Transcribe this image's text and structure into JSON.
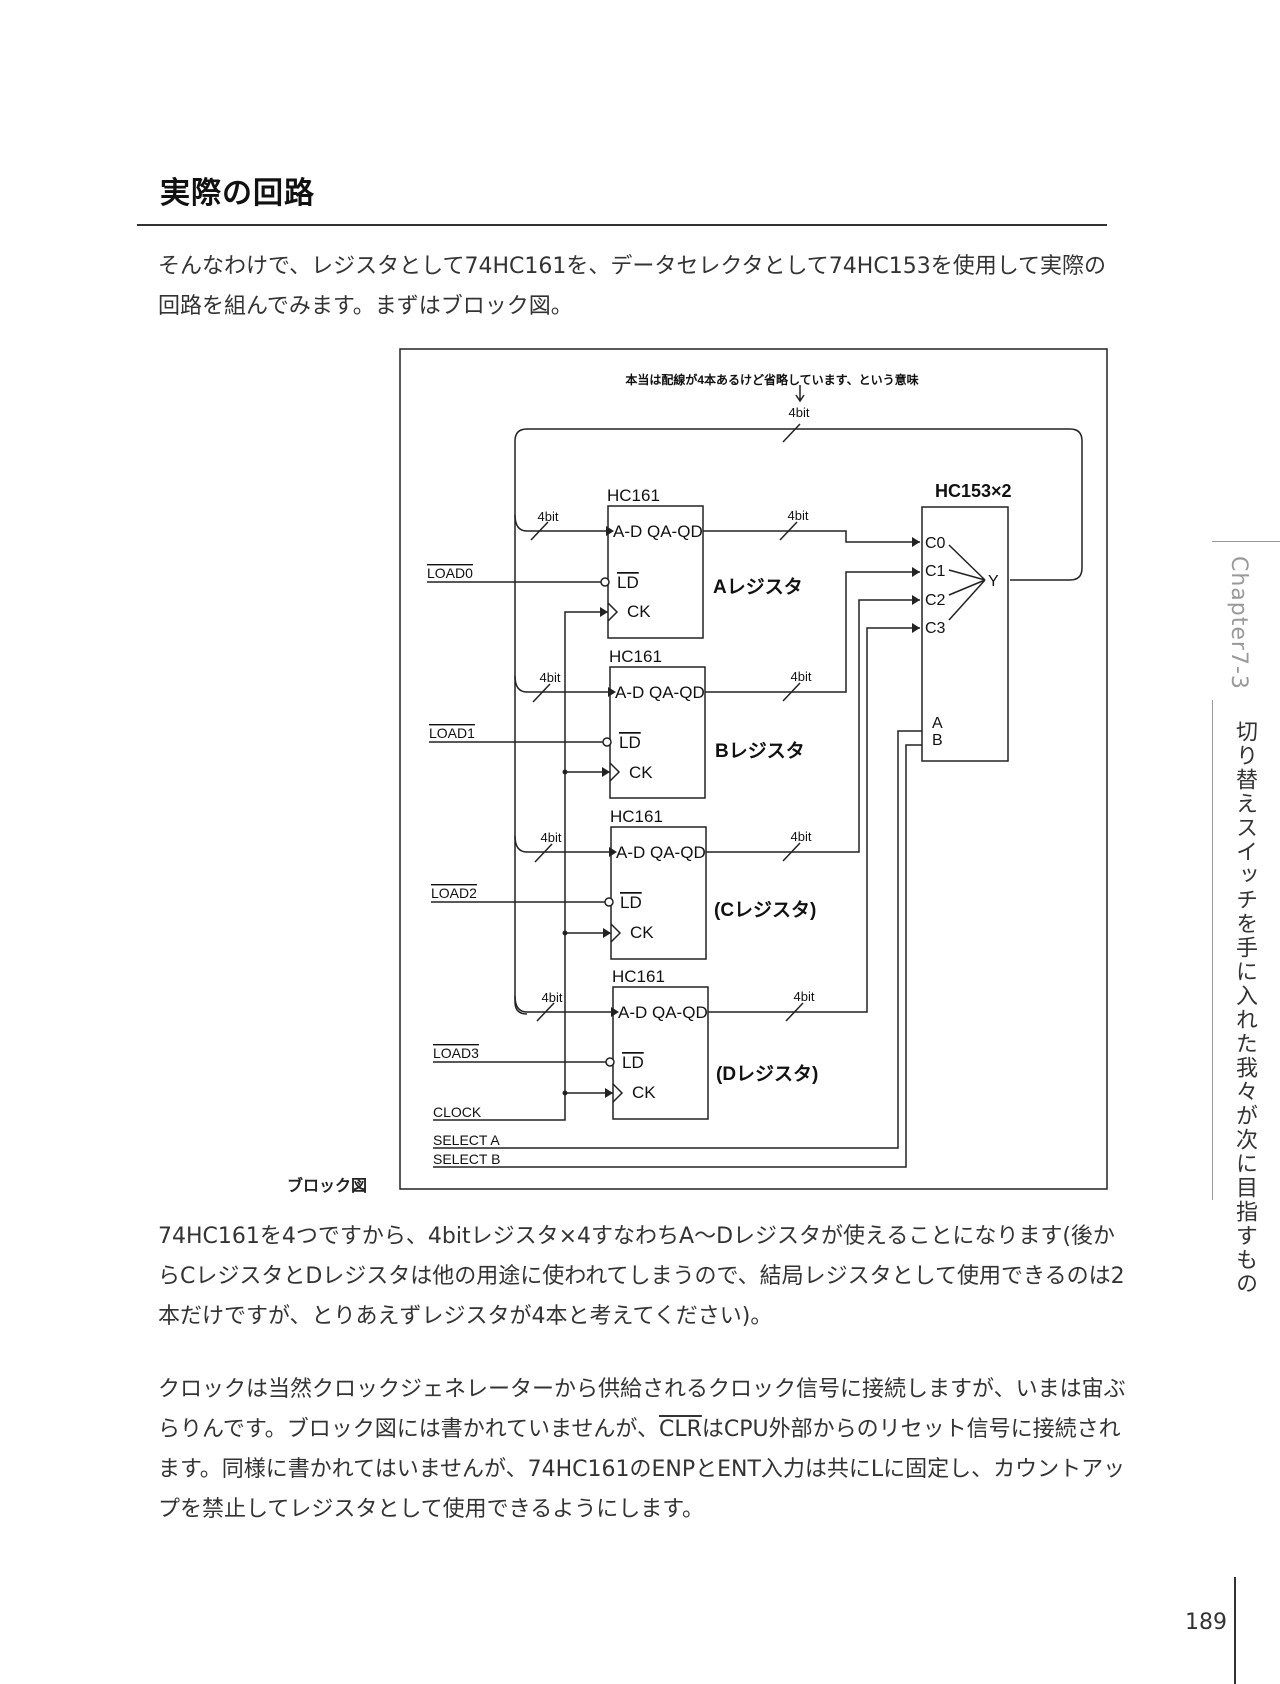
{
  "heading": "実際の回路",
  "intro": "そんなわけで、レジスタとして74HC161を、データセレクタとして74HC153を使用して実際の回路を組んでみます。まずはブロック図。",
  "figure": {
    "caption": "ブロック図",
    "note": "本当は配線が4本あるけど省略しています、という意味",
    "note_arrow": "↓",
    "bus_width": "4bit",
    "selector_title": "HC153×2",
    "selector_inputs": [
      "C0",
      "C1",
      "C2",
      "C3"
    ],
    "selector_output": "Y",
    "selector_select_pins": [
      "A",
      "B"
    ],
    "registers": [
      {
        "chip": "HC161",
        "ports": "A-D QA-QD",
        "ld": "LD",
        "ck": "CK",
        "name": "Aレジスタ",
        "load": "LOAD0"
      },
      {
        "chip": "HC161",
        "ports": "A-D QA-QD",
        "ld": "LD",
        "ck": "CK",
        "name": "Bレジスタ",
        "load": "LOAD1"
      },
      {
        "chip": "HC161",
        "ports": "A-D QA-QD",
        "ld": "LD",
        "ck": "CK",
        "name": "(Cレジスタ)",
        "load": "LOAD2"
      },
      {
        "chip": "HC161",
        "ports": "A-D QA-QD",
        "ld": "LD",
        "ck": "CK",
        "name": "(Dレジスタ)",
        "load": "LOAD3"
      }
    ],
    "clock_label": "CLOCK",
    "select_a_label": "SELECT A",
    "select_b_label": "SELECT B"
  },
  "para2": "74HC161を4つですから、4bitレジスタ×4すなわちA～Dレジスタが使えることになります(後からCレジスタとDレジスタは他の用途に使われてしまうので、結局レジスタとして使用できるのは2本だけですが、とりあえずレジスタが4本と考えてください)。",
  "para3": {
    "before": "クロックは当然クロックジェネレーターから供給されるクロック信号に接続しますが、いまは宙ぶらりんです。ブロック図には書かれていませんが、",
    "clr": "CLR",
    "after": "はCPU外部からのリセット信号に接続されます。同様に書かれてはいませんが、74HC161のENPとENT入力は共にLに固定し、カウントアップを禁止してレジスタとして使用できるようにします。"
  },
  "side": {
    "chapter": "Chapter7-3",
    "title": "切り替えスイッチを手に入れた我々が次に目指すもの"
  },
  "page_number": "189"
}
